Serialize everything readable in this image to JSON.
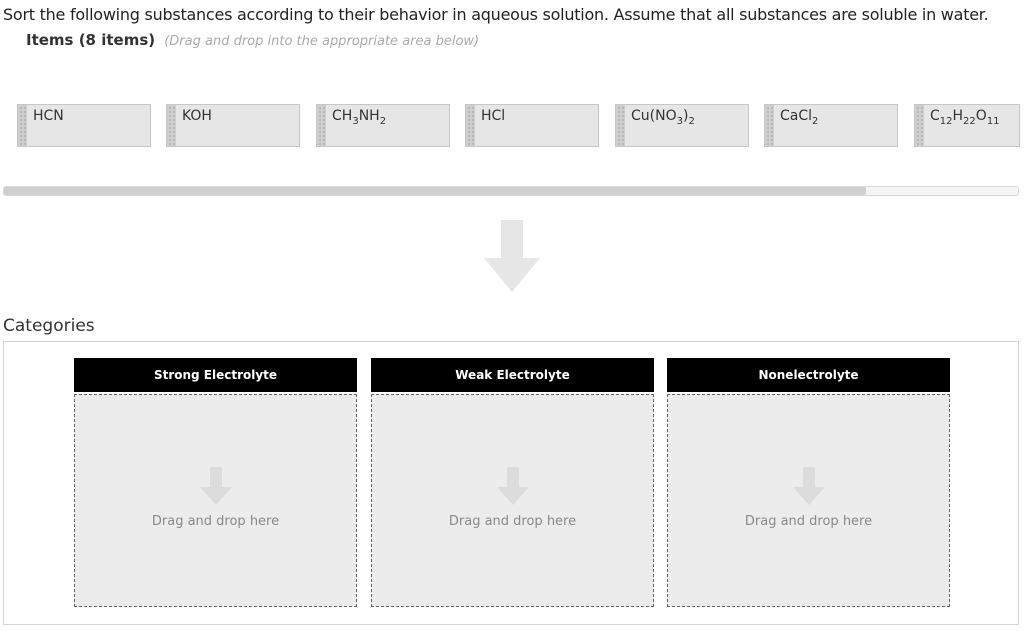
{
  "instruction": "Sort the following substances according to their behavior in aqueous solution. Assume that all substances are soluble in water.",
  "items_section": {
    "title": "Items (8 items)",
    "hint": "(Drag and drop into the appropriate area below)"
  },
  "items": [
    {
      "parts": [
        [
          "HCN",
          ""
        ]
      ]
    },
    {
      "parts": [
        [
          "KOH",
          ""
        ]
      ]
    },
    {
      "parts": [
        [
          "CH",
          "3"
        ],
        [
          "NH",
          "2"
        ]
      ]
    },
    {
      "parts": [
        [
          "HCl",
          ""
        ]
      ]
    },
    {
      "parts": [
        [
          "Cu(NO",
          "3"
        ],
        [
          ")",
          "2"
        ]
      ]
    },
    {
      "parts": [
        [
          "CaCl",
          "2"
        ]
      ]
    },
    {
      "parts": [
        [
          "C",
          "12"
        ],
        [
          "H",
          "22"
        ],
        [
          "O",
          "11"
        ]
      ]
    }
  ],
  "scrollbar": {
    "position_fraction": 0.85
  },
  "categories_section": {
    "title": "Categories"
  },
  "categories": [
    {
      "label": "Strong Electrolyte",
      "drop_text": "Drag and drop here"
    },
    {
      "label": "Weak Electrolyte",
      "drop_text": "Drag and drop here"
    },
    {
      "label": "Nonelectrolyte",
      "drop_text": "Drag and drop here"
    }
  ],
  "colors": {
    "category_header_bg": "#000000",
    "drop_zone_bg": "#ececec",
    "arrow": "#e6e6e6"
  },
  "icons": {
    "big_arrow": "down-arrow-icon",
    "drop_arrow": "down-arrow-icon",
    "grip": "grip-handle-icon"
  }
}
